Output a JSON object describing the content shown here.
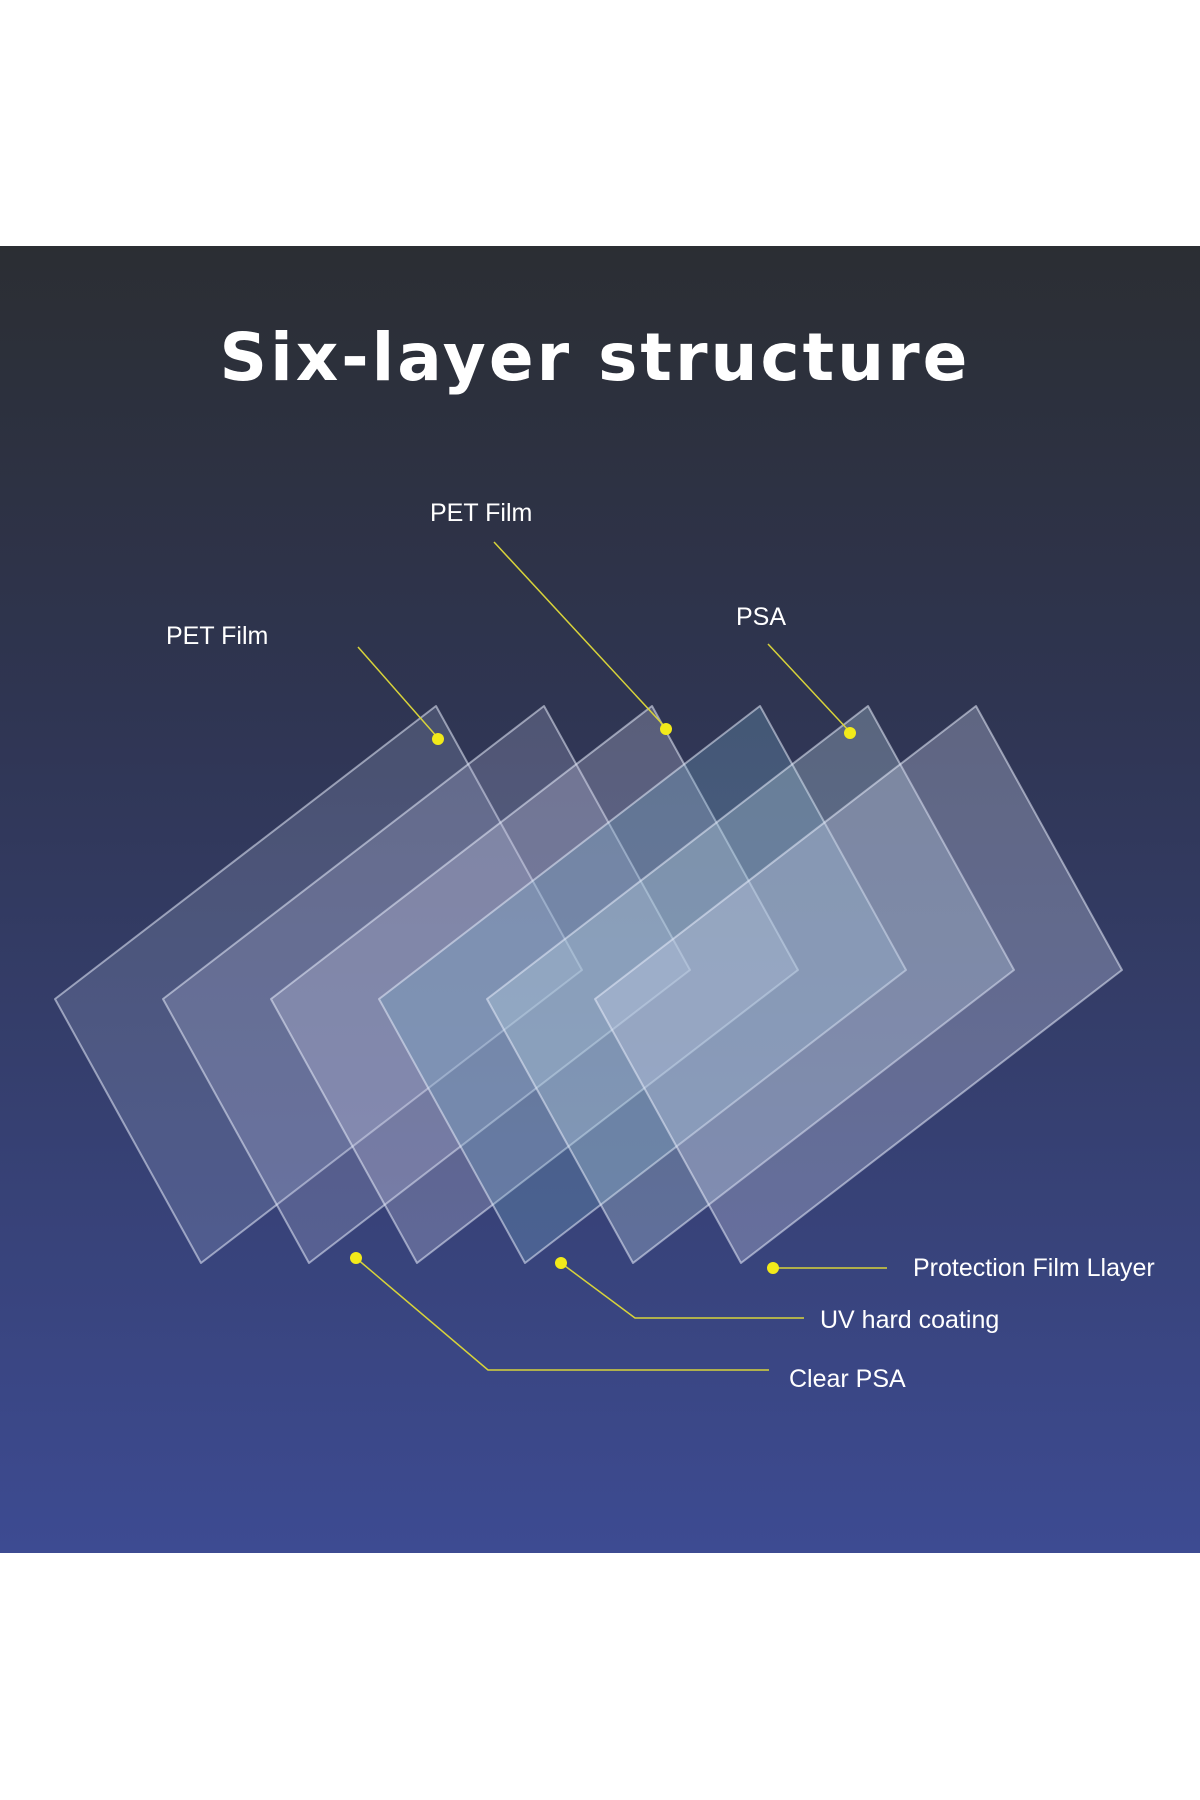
{
  "title": "Six-layer structure",
  "labels": {
    "pet_film_left": "PET Film",
    "pet_film_top": "PET Film",
    "psa": "PSA",
    "protection_film": "Protection Film Llayer",
    "uv_coating": "UV hard coating",
    "clear_psa": "Clear PSA"
  },
  "colors": {
    "background_top": "#2b2e33",
    "background_bottom": "#3d4b92",
    "leader": "#d8d33a",
    "dot": "#f2ea1a"
  }
}
